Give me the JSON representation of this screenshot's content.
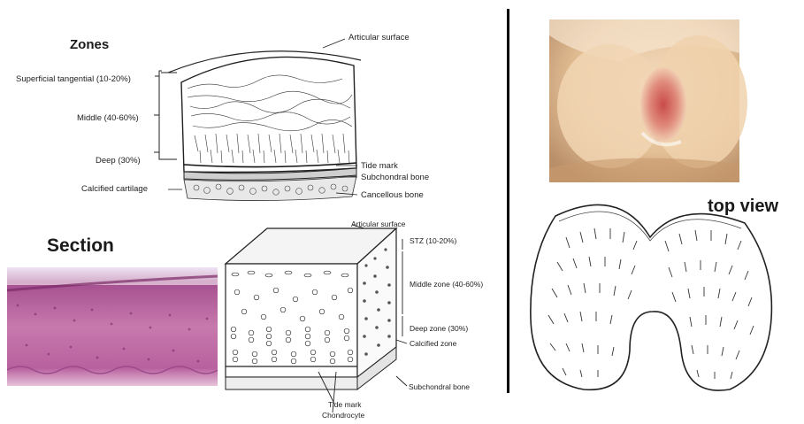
{
  "zones_title": "Zones",
  "zones_diagram": {
    "left_labels": [
      "Superficial tangential (10-20%)",
      "Middle (40-60%)",
      "Deep (30%)",
      "Calcified cartilage"
    ],
    "right_labels": [
      "Articular surface",
      "Tide mark",
      "Subchondral bone",
      "Cancellous bone"
    ]
  },
  "section_title": "Section",
  "block_diagram": {
    "top_label": "Articular surface",
    "right_labels": [
      "STZ (10-20%)",
      "Middle zone (40-60%)",
      "Deep zone (30%)",
      "Calcified zone",
      "Subchondral bone"
    ],
    "bottom_labels": [
      "Tide mark",
      "Chondrocyte"
    ]
  },
  "top_view_title": "top view",
  "colors": {
    "histology_pink": "#c77bab",
    "histology_purple": "#8a3d78",
    "photo_cartilage": "#e8c9a2",
    "photo_lesion": "#d96a62",
    "divider": "#000000"
  }
}
